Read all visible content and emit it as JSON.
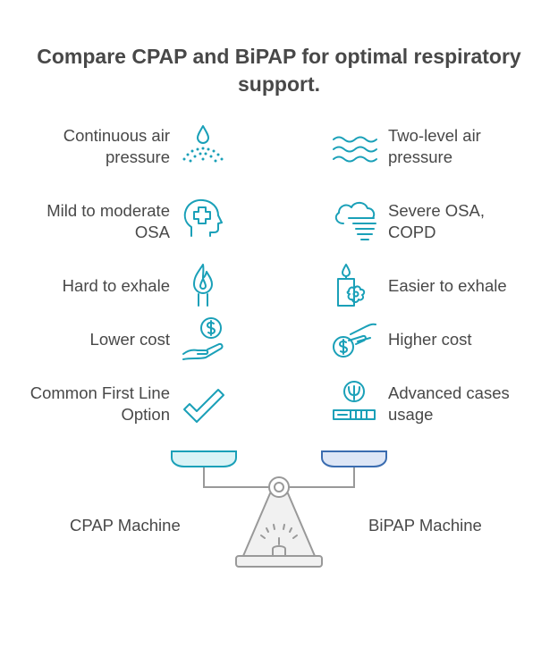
{
  "title": [
    "Compare CPAP and BiPAP for optimal respiratory",
    "support."
  ],
  "colors": {
    "accent": "#1aa0b8",
    "cpap_pan": "#d9f3f6",
    "bipap_pan": "#dde6f6",
    "pan_stroke": "#1aa0b8",
    "bipap_stroke": "#3a6cb0",
    "base": "#f1f1f1",
    "base_stroke": "#999999"
  },
  "left": [
    {
      "lines": [
        "Continuous air",
        "pressure"
      ],
      "icon": "droplet-spray-icon"
    },
    {
      "lines": [
        "Mild to moderate",
        "OSA"
      ],
      "icon": "head-medical-cross-icon"
    },
    {
      "lines": [
        "Hard to exhale"
      ],
      "icon": "flame-torch-icon"
    },
    {
      "lines": [
        "Lower cost"
      ],
      "icon": "hand-coin-icon"
    },
    {
      "lines": [
        "Common First Line",
        "Option"
      ],
      "icon": "checkmark-icon"
    }
  ],
  "right": [
    {
      "lines": [
        "Two-level air",
        "pressure"
      ],
      "icon": "waves-icon"
    },
    {
      "lines": [
        "Severe OSA,",
        "COPD"
      ],
      "icon": "cloud-wind-icon"
    },
    {
      "lines": [
        "Easier to exhale"
      ],
      "icon": "candle-flower-icon"
    },
    {
      "lines": [
        "Higher cost"
      ],
      "icon": "coin-hand-icon"
    },
    {
      "lines": [
        "Advanced cases",
        "usage"
      ],
      "icon": "psi-device-icon"
    }
  ],
  "scale": {
    "left_label": "CPAP Machine",
    "right_label": "BiPAP Machine"
  }
}
